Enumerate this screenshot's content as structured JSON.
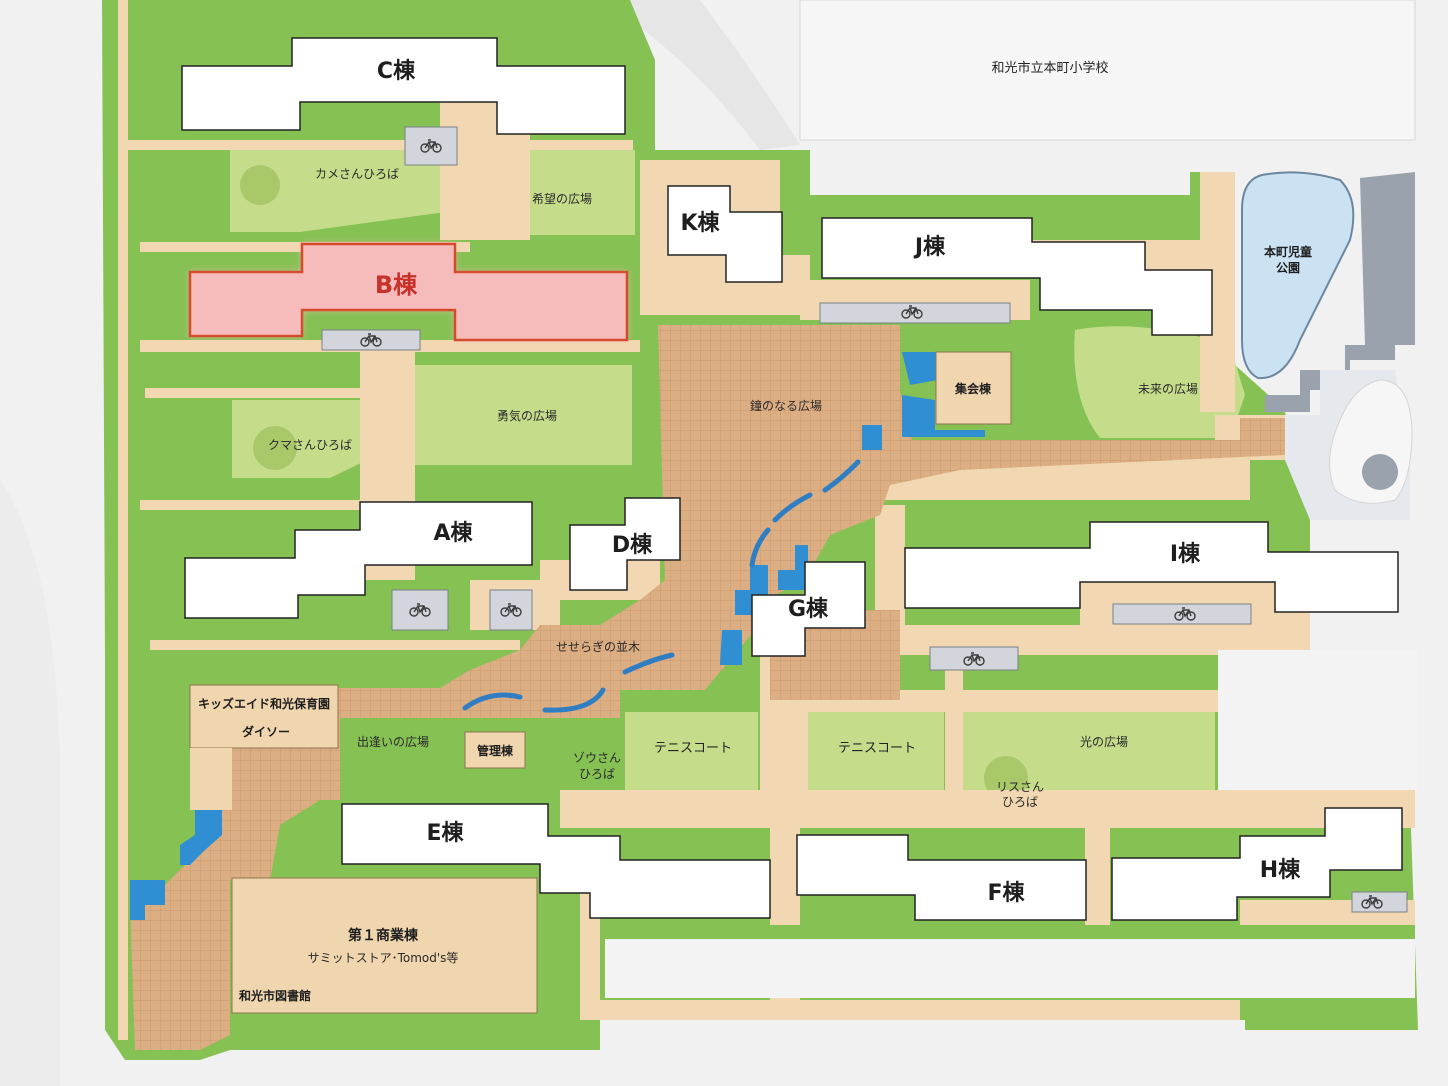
{
  "buildings": {
    "a": "A棟",
    "b": "B棟",
    "c": "C棟",
    "d": "D棟",
    "e": "E棟",
    "f": "F棟",
    "g": "G棟",
    "h": "H棟",
    "i": "I棟",
    "j": "J棟",
    "k": "K棟"
  },
  "highlight_building": "B棟",
  "facilities": {
    "community_hall": "集会棟",
    "management": "管理棟",
    "commercial": "第１商業棟",
    "commercial_sub": "サミットストア･Tomod's等",
    "nursery": "キッズエイド和光保育園",
    "daiso": "ダイソー",
    "library": "和光市図書館"
  },
  "places": {
    "kame": "カメさんひろば",
    "kibou": "希望の広場",
    "yuuki": "勇気の広場",
    "kuma": "クマさんひろば",
    "kane": "鐘のなる広場",
    "mirai": "未来の広場",
    "seseragi": "せせらぎの並木",
    "deai": "出逢いの広場",
    "zou_1": "ゾウさん",
    "zou_2": "ひろば",
    "tennis_1": "テニスコート",
    "tennis_2": "テニスコート",
    "hikari": "光の広場",
    "risu_1": "リスさん",
    "risu_2": "ひろば"
  },
  "outside": {
    "school": "和光市立本町小学校",
    "park_1": "本町児童",
    "park_2": "公園"
  },
  "colors": {
    "grass": "#86c154",
    "lawn": "#c5dd8b",
    "plaza": "#dcae84",
    "path": "#f2d8b2",
    "building": "#ffffff",
    "highlight": "#f6bcbc",
    "highlight_border": "#d64a2e",
    "water": "#2f8fd2",
    "facility": "#f0d6ae",
    "parking": "#d2d6dc",
    "road": "#f1f1f1"
  },
  "icons": [
    "bicycle-icon"
  ]
}
